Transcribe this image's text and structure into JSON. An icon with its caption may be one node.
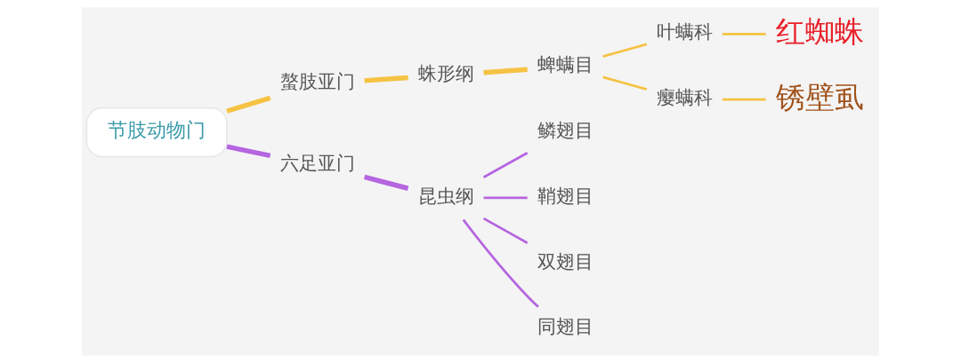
{
  "diagram": {
    "nodes": [
      {
        "text": [
          "节肢动物门"
        ]
      },
      {
        "text": [
          "螯肢亚门"
        ]
      },
      {
        "text": [
          "蛛形纲"
        ]
      },
      {
        "text": [
          "蜱螨目"
        ]
      },
      {
        "text": [
          "叶螨科"
        ]
      },
      {
        "text": [
          "红蜘蛛"
        ]
      },
      {
        "text": [
          "瘿螨科"
        ]
      },
      {
        "text": [
          "锈壁虱"
        ]
      },
      {
        "text": [
          "六足亚门"
        ]
      },
      {
        "text": [
          "昆虫纲"
        ]
      },
      {
        "text": [
          "鳞翅目"
        ]
      },
      {
        "text": [
          "鞘翅目"
        ]
      },
      {
        "text": [
          "双翅目"
        ]
      },
      {
        "text": [
          "同翅目"
        ]
      }
    ],
    "edges": [
      {
        "from": 0,
        "to": 1,
        "arrow": "none",
        "style": "thick",
        "color": "#f5c243"
      },
      {
        "from": 1,
        "to": 2,
        "arrow": "none",
        "style": "thick",
        "color": "#f5c243"
      },
      {
        "from": 2,
        "to": 3,
        "arrow": "none",
        "style": "thick",
        "color": "#f5c243"
      },
      {
        "from": 3,
        "to": 4,
        "arrow": "none",
        "color": "#f5c243"
      },
      {
        "from": 4,
        "to": 5,
        "arrow": "none",
        "color": "#f5c243"
      },
      {
        "from": 3,
        "to": 6,
        "arrow": "none",
        "color": "#f5c243"
      },
      {
        "from": 6,
        "to": 7,
        "arrow": "none",
        "color": "#f5c243"
      },
      {
        "from": 0,
        "to": 8,
        "arrow": "none",
        "style": "thick",
        "color": "#b565e0"
      },
      {
        "from": 8,
        "to": 9,
        "arrow": "none",
        "style": "thick",
        "color": "#b565e0"
      },
      {
        "from": 9,
        "to": 10,
        "arrow": "none",
        "color": "#b565e0"
      },
      {
        "from": 9,
        "to": 11,
        "arrow": "none",
        "color": "#b565e0"
      },
      {
        "from": 9,
        "to": 12,
        "arrow": "none",
        "color": "#b565e0"
      },
      {
        "from": 9,
        "to": 13,
        "arrow": "none",
        "color": "#b565e0"
      }
    ]
  }
}
